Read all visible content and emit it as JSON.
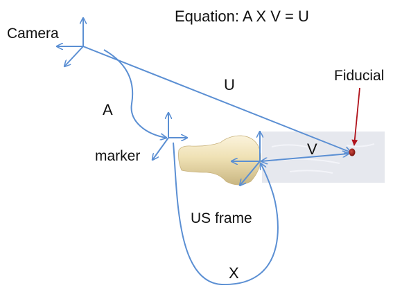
{
  "equation": "Equation: A X V = U",
  "labels": {
    "camera": "Camera",
    "fiducial": "Fiducial",
    "marker": "marker",
    "us_frame": "US frame",
    "a": "A",
    "u": "U",
    "v": "V",
    "x": "X"
  },
  "colors": {
    "axes": "#5b8fd3",
    "fiducial_arrow": "#b0121b",
    "fiducial_dot": "#a0211c",
    "us_image": "#e6e8ee",
    "probe": "#e9d9a8"
  }
}
